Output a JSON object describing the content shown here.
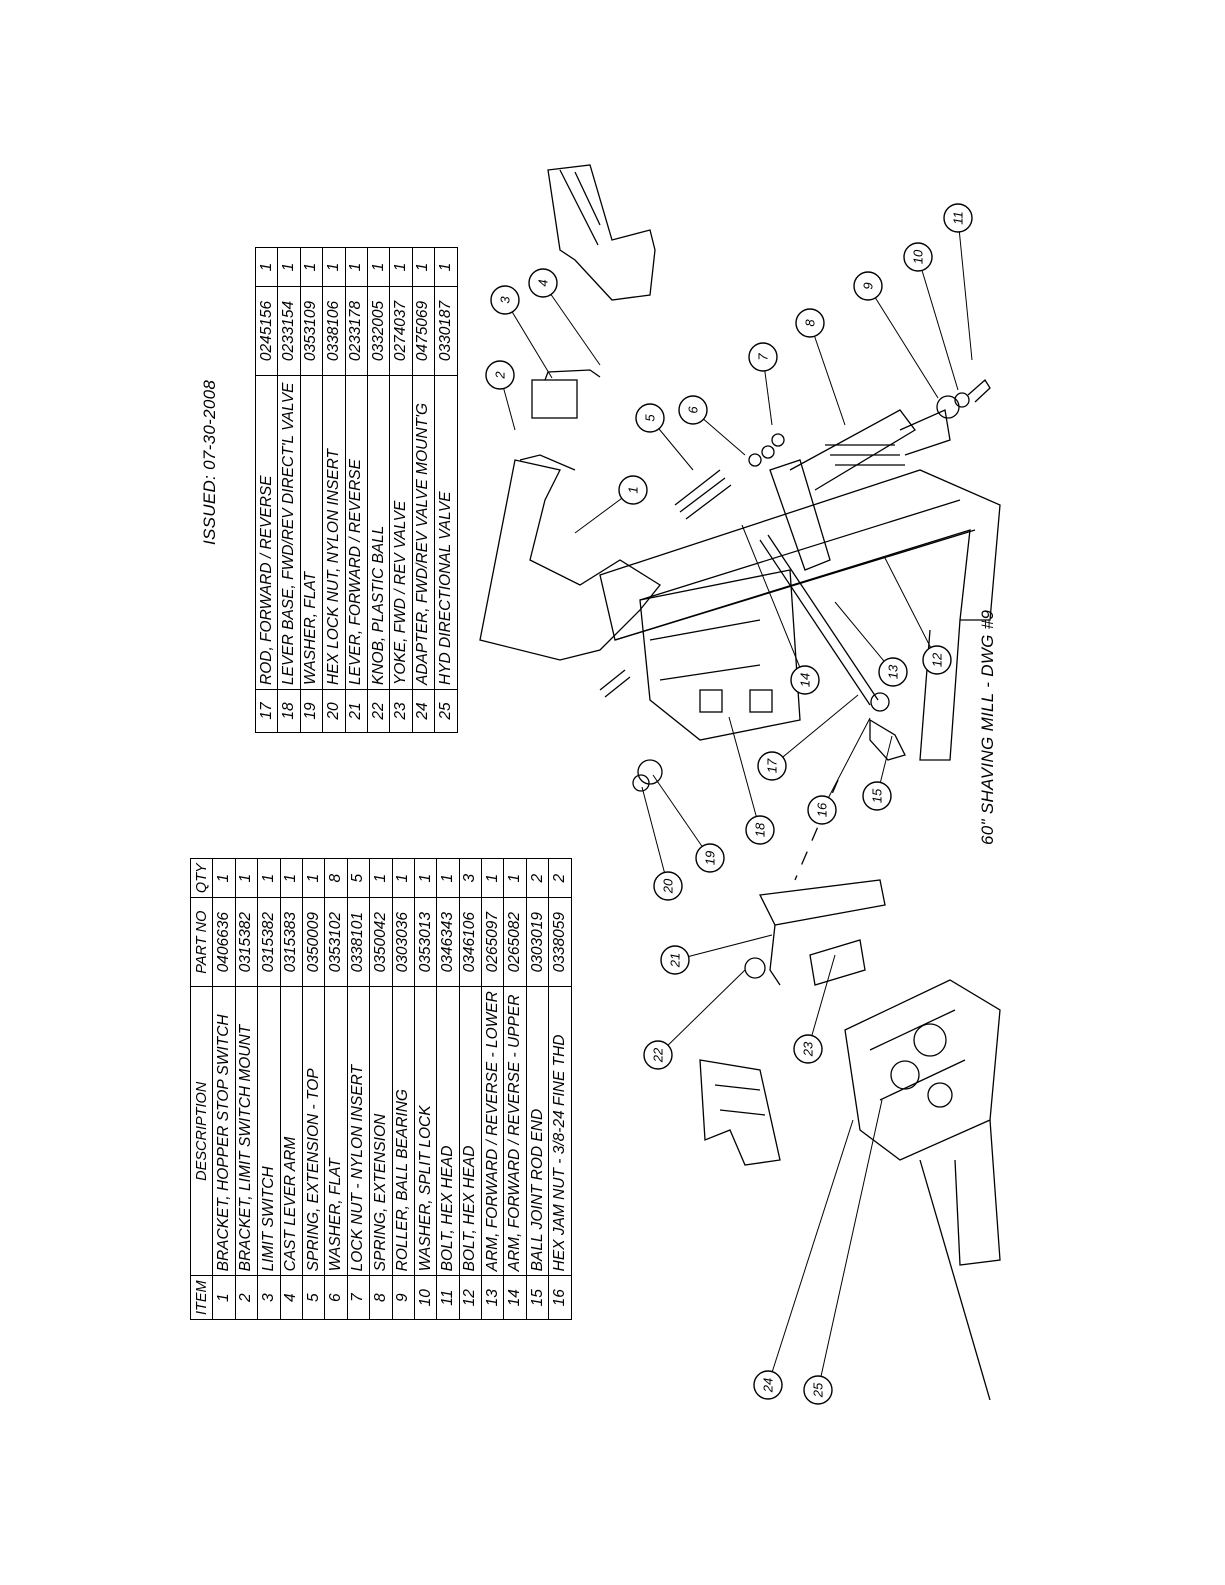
{
  "issued": "ISSUED: 07-30-2008",
  "drawing_title": "60\" SHAVING MILL - DWG #9",
  "headers": {
    "item": "ITEM",
    "description": "DESCRIPTION",
    "part_no": "PART NO",
    "qty": "QTY"
  },
  "parts_table_1": [
    {
      "item": "1",
      "description": "BRACKET, HOPPER STOP SWITCH",
      "part_no": "0406636",
      "qty": "1"
    },
    {
      "item": "2",
      "description": "BRACKET, LIMIT SWITCH MOUNT",
      "part_no": "0315382",
      "qty": "1"
    },
    {
      "item": "3",
      "description": "LIMIT SWITCH",
      "part_no": "0315382",
      "qty": "1"
    },
    {
      "item": "4",
      "description": "CAST LEVER ARM",
      "part_no": "0315383",
      "qty": "1"
    },
    {
      "item": "5",
      "description": "SPRING, EXTENSION - TOP",
      "part_no": "0350009",
      "qty": "1"
    },
    {
      "item": "6",
      "description": "WASHER, FLAT",
      "part_no": "0353102",
      "qty": "8"
    },
    {
      "item": "7",
      "description": "LOCK NUT - NYLON INSERT",
      "part_no": "0338101",
      "qty": "5"
    },
    {
      "item": "8",
      "description": "SPRING, EXTENSION",
      "part_no": "0350042",
      "qty": "1"
    },
    {
      "item": "9",
      "description": "ROLLER, BALL BEARING",
      "part_no": "0303036",
      "qty": "1"
    },
    {
      "item": "10",
      "description": "WASHER, SPLIT LOCK",
      "part_no": "0353013",
      "qty": "1"
    },
    {
      "item": "11",
      "description": "BOLT, HEX HEAD",
      "part_no": "0346343",
      "qty": "1"
    },
    {
      "item": "12",
      "description": "BOLT, HEX HEAD",
      "part_no": "0346106",
      "qty": "3"
    },
    {
      "item": "13",
      "description": "ARM, FORWARD / REVERSE - LOWER",
      "part_no": "0265097",
      "qty": "1"
    },
    {
      "item": "14",
      "description": "ARM, FORWARD / REVERSE - UPPER",
      "part_no": "0265082",
      "qty": "1"
    },
    {
      "item": "15",
      "description": "BALL JOINT ROD END",
      "part_no": "0303019",
      "qty": "2"
    },
    {
      "item": "16",
      "description": "HEX JAM NUT - 3/8-24 FINE THD",
      "part_no": "0338059",
      "qty": "2"
    }
  ],
  "parts_table_2": [
    {
      "item": "17",
      "description": "ROD, FORWARD / REVERSE",
      "part_no": "0245156",
      "qty": "1"
    },
    {
      "item": "18",
      "description": "LEVER BASE, FWD/REV DIRECT'L VALVE",
      "part_no": "0233154",
      "qty": "1"
    },
    {
      "item": "19",
      "description": "WASHER, FLAT",
      "part_no": "0353109",
      "qty": "1"
    },
    {
      "item": "20",
      "description": "HEX LOCK NUT, NYLON INSERT",
      "part_no": "0338106",
      "qty": "1"
    },
    {
      "item": "21",
      "description": "LEVER, FORWARD / REVERSE",
      "part_no": "0233178",
      "qty": "1"
    },
    {
      "item": "22",
      "description": "KNOB, PLASTIC BALL",
      "part_no": "0332005",
      "qty": "1"
    },
    {
      "item": "23",
      "description": "YOKE, FWD / REV VALVE",
      "part_no": "0274037",
      "qty": "1"
    },
    {
      "item": "24",
      "description": "ADAPTER, FWD/REV VALVE MOUNT'G",
      "part_no": "0475069",
      "qty": "1"
    },
    {
      "item": "25",
      "description": "HYD DIRECTIONAL VALVE",
      "part_no": "0330187",
      "qty": "1"
    }
  ],
  "callouts": [
    "1",
    "2",
    "3",
    "4",
    "5",
    "6",
    "7",
    "8",
    "9",
    "10",
    "11",
    "12",
    "13",
    "14",
    "15",
    "16",
    "17",
    "18",
    "19",
    "20",
    "21",
    "22",
    "23",
    "24",
    "25"
  ],
  "colors": {
    "ink": "#000000",
    "paper": "#ffffff"
  }
}
